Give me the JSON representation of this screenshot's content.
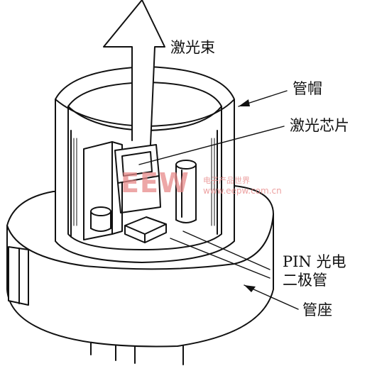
{
  "labels": {
    "laser_beam": "激光束",
    "cap": "管帽",
    "laser_chip": "激光芯片",
    "pin_line1": "PIN 光电",
    "pin_line2": "二极管",
    "base": "管座"
  },
  "watermark": {
    "logo": "EEW",
    "tagline": "电子产品世界",
    "url": "www.eepw.com.cn"
  },
  "colors": {
    "line": "#111111",
    "watermark": "#e88a8a"
  }
}
